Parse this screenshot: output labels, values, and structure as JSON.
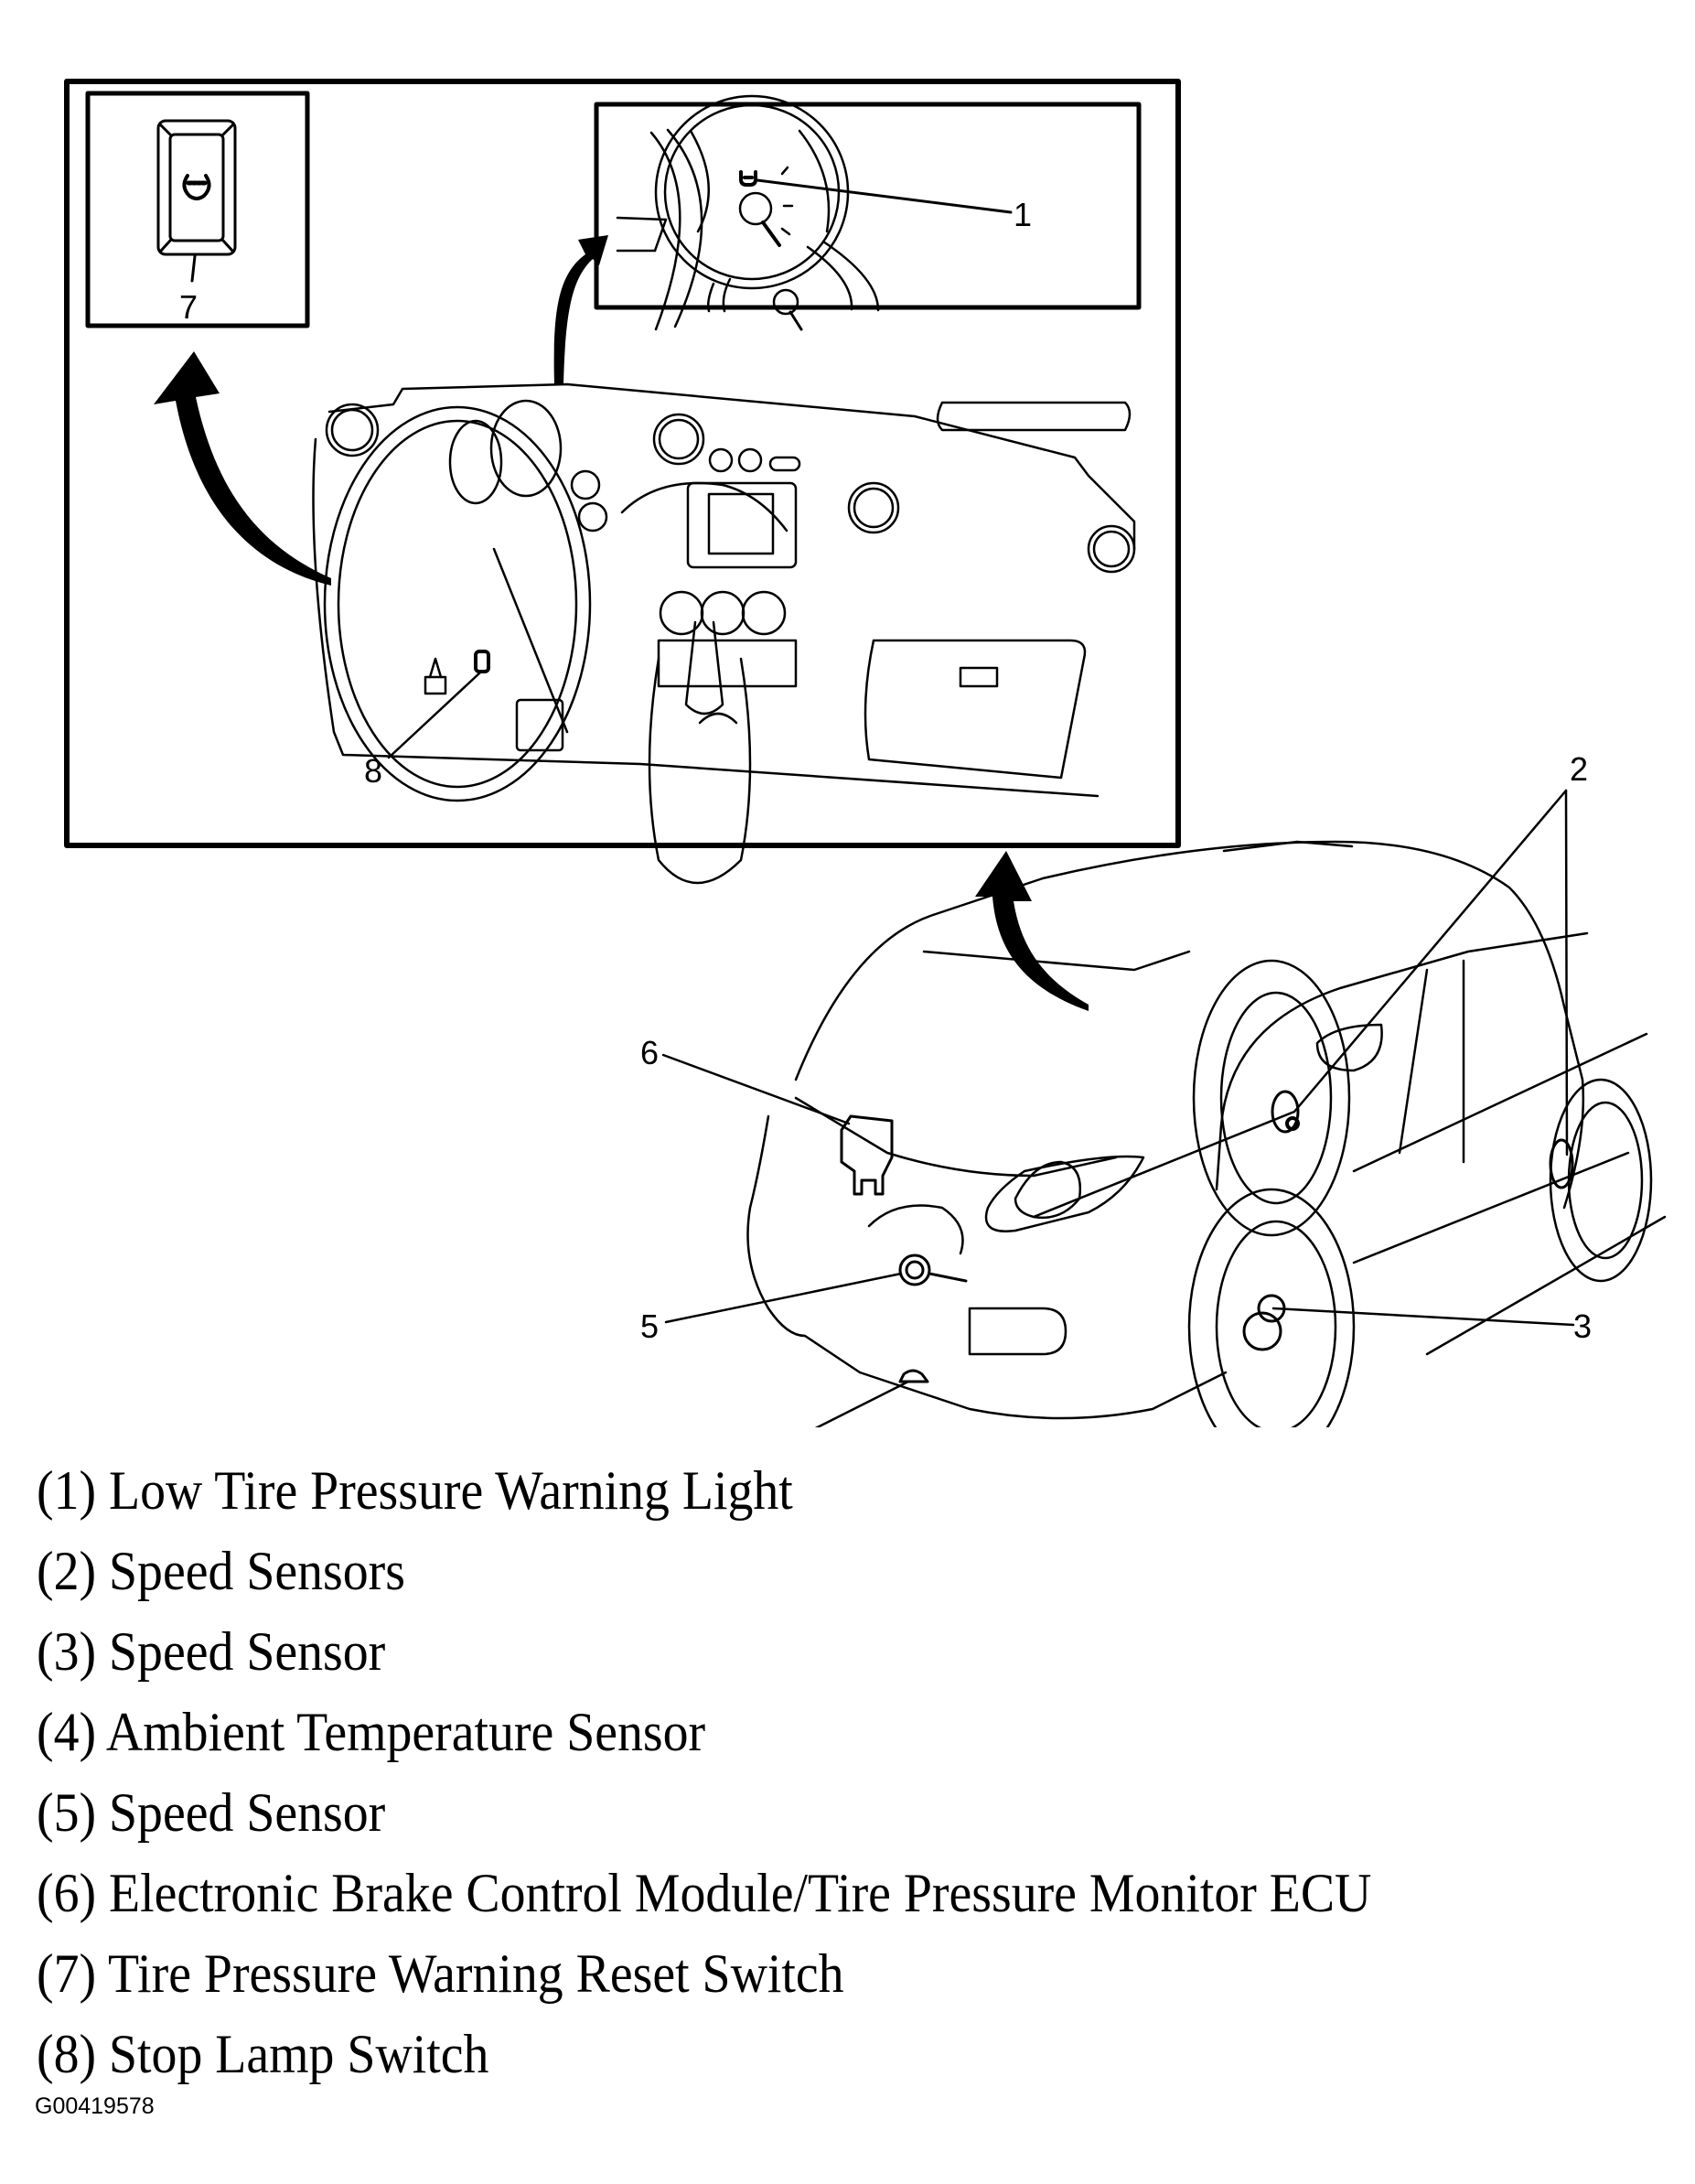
{
  "figure": {
    "figure_id": "G00419578",
    "colors": {
      "ink": "#000000",
      "paper": "#ffffff"
    }
  },
  "callouts": [
    {
      "number": "1",
      "label": "Low Tire Pressure Warning Light"
    },
    {
      "number": "2",
      "label": "Speed Sensors"
    },
    {
      "number": "3",
      "label": "Speed Sensor"
    },
    {
      "number": "4",
      "label": "Ambient Temperature Sensor"
    },
    {
      "number": "5",
      "label": "Speed Sensor"
    },
    {
      "number": "6",
      "label": "Electronic Brake Control Module/Tire Pressure Monitor ECU"
    },
    {
      "number": "7",
      "label": "Tire Pressure Warning Reset Switch"
    },
    {
      "number": "8",
      "label": "Stop Lamp Switch"
    }
  ],
  "legend": [
    "(1) Low Tire Pressure Warning Light",
    "(2) Speed Sensors",
    "(3) Speed Sensor",
    "(4) Ambient Temperature Sensor",
    "(5) Speed Sensor",
    "(6) Electronic Brake Control Module/Tire Pressure Monitor ECU",
    "(7) Tire Pressure Warning Reset Switch",
    "(8) Stop Lamp Switch"
  ]
}
